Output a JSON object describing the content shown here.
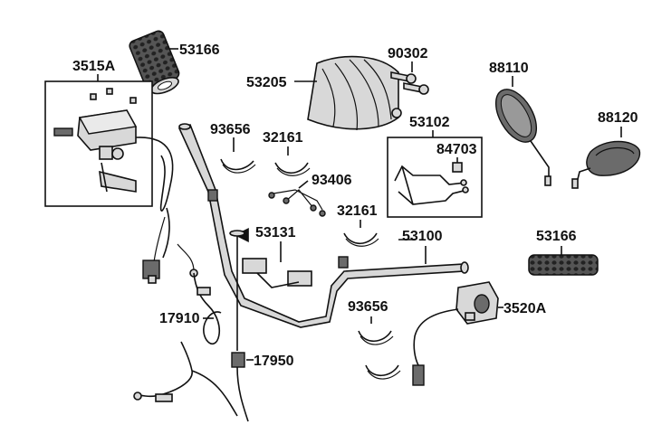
{
  "parts": [
    {
      "id": "p53166a",
      "label": "53166"
    },
    {
      "id": "p3515a",
      "label": "3515A"
    },
    {
      "id": "p53205",
      "label": "53205"
    },
    {
      "id": "p90302",
      "label": "90302"
    },
    {
      "id": "p88110",
      "label": "88110"
    },
    {
      "id": "p88120",
      "label": "88120"
    },
    {
      "id": "p93656a",
      "label": "93656"
    },
    {
      "id": "p32161a",
      "label": "32161"
    },
    {
      "id": "p53102",
      "label": "53102"
    },
    {
      "id": "p84703",
      "label": "84703"
    },
    {
      "id": "p93406",
      "label": "93406"
    },
    {
      "id": "p32161b",
      "label": "32161"
    },
    {
      "id": "p53131",
      "label": "53131"
    },
    {
      "id": "p53100",
      "label": "53100"
    },
    {
      "id": "p53166b",
      "label": "53166"
    },
    {
      "id": "p93656b",
      "label": "93656"
    },
    {
      "id": "p3520a",
      "label": "3520A"
    },
    {
      "id": "p17910",
      "label": "17910"
    },
    {
      "id": "p17950",
      "label": "17950"
    }
  ]
}
